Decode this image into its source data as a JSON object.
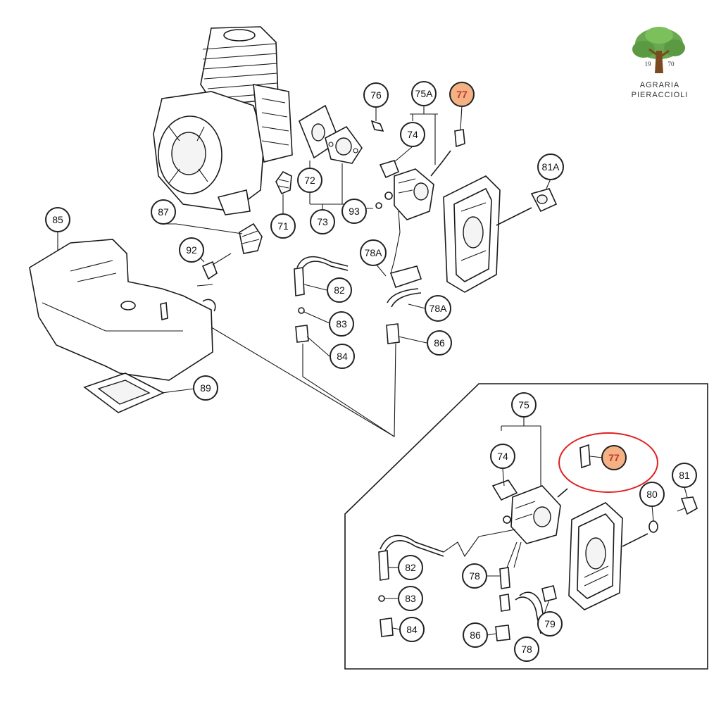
{
  "logo": {
    "year_left": "19",
    "year_right": "70",
    "line1": "AGRARIA",
    "line2": "PIERACCIOLI",
    "foliage_color": "#6aa84f",
    "trunk_color": "#7a4a21"
  },
  "colors": {
    "highlight_fill": "#f4b183",
    "highlight_text": "#c0392b",
    "highlight_ring": "#e02020"
  },
  "callouts_main": [
    {
      "id": "76",
      "label": "76"
    },
    {
      "id": "75A",
      "label": "75A"
    },
    {
      "id": "77a",
      "label": "77",
      "highlight": true
    },
    {
      "id": "74a",
      "label": "74"
    },
    {
      "id": "81A",
      "label": "81A"
    },
    {
      "id": "72",
      "label": "72"
    },
    {
      "id": "71",
      "label": "71"
    },
    {
      "id": "73",
      "label": "73"
    },
    {
      "id": "93",
      "label": "93"
    },
    {
      "id": "85",
      "label": "85"
    },
    {
      "id": "87",
      "label": "87"
    },
    {
      "id": "92",
      "label": "92"
    },
    {
      "id": "78A-1",
      "label": "78A"
    },
    {
      "id": "82a",
      "label": "82"
    },
    {
      "id": "78A-2",
      "label": "78A"
    },
    {
      "id": "83a",
      "label": "83"
    },
    {
      "id": "86a",
      "label": "86"
    },
    {
      "id": "84a",
      "label": "84"
    },
    {
      "id": "89",
      "label": "89"
    }
  ],
  "callouts_inset": [
    {
      "id": "75",
      "label": "75"
    },
    {
      "id": "74b",
      "label": "74"
    },
    {
      "id": "77b",
      "label": "77",
      "highlight": true
    },
    {
      "id": "81",
      "label": "81"
    },
    {
      "id": "80",
      "label": "80"
    },
    {
      "id": "82b",
      "label": "82"
    },
    {
      "id": "78a",
      "label": "78"
    },
    {
      "id": "83b",
      "label": "83"
    },
    {
      "id": "84b",
      "label": "84"
    },
    {
      "id": "86b",
      "label": "86"
    },
    {
      "id": "79",
      "label": "79"
    },
    {
      "id": "78b",
      "label": "78"
    }
  ]
}
